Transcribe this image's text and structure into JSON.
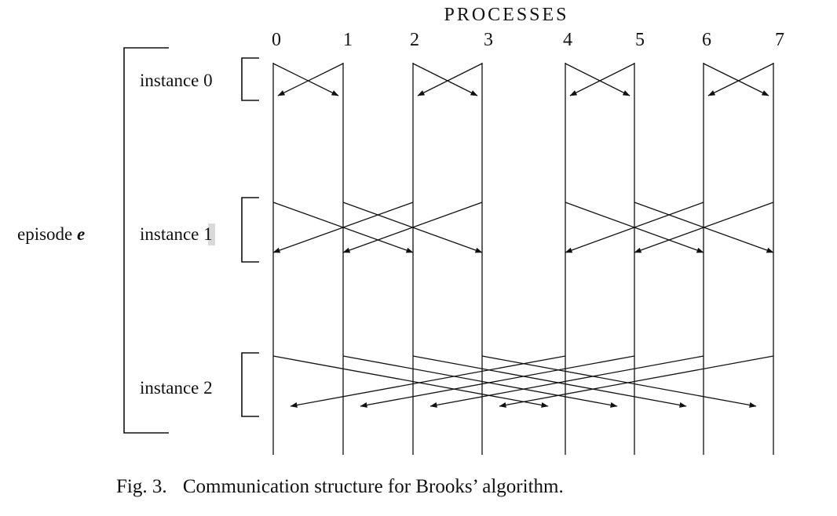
{
  "figure": {
    "header": "PROCESSES",
    "processes": [
      "0",
      "1",
      "2",
      "3",
      "4",
      "5",
      "6",
      "7"
    ],
    "episode_label": "episode",
    "episode_var": "e",
    "instances": [
      {
        "label": "instance 0",
        "distance": 1
      },
      {
        "label": "instance 1",
        "distance": 2
      },
      {
        "label": "instance 2",
        "distance": 4
      }
    ],
    "caption_prefix": "Fig. 3.",
    "caption_text": "Communication structure for Brooks’ algorithm."
  }
}
